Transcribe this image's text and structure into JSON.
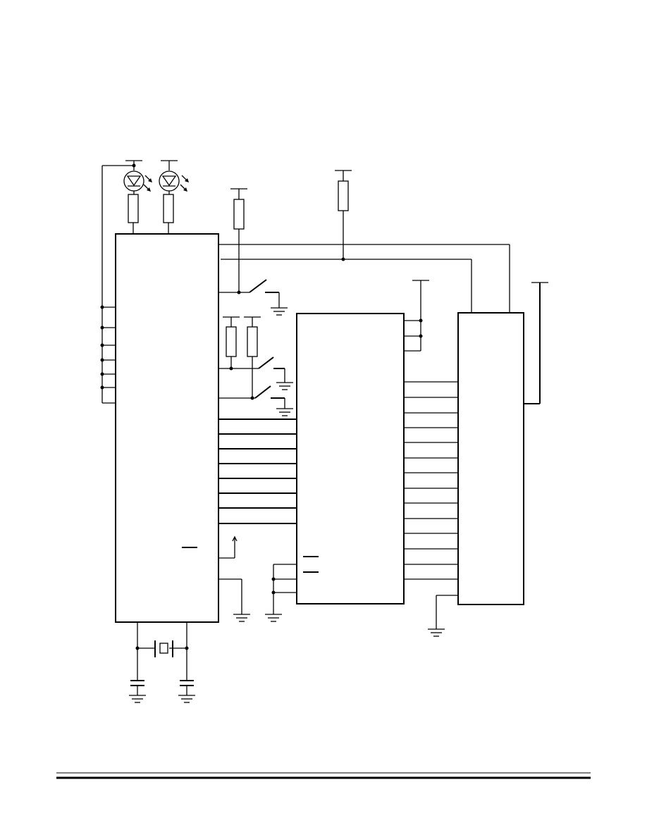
{
  "figure": {
    "type": "circuit schematic",
    "components": {
      "chips": [
        "microcontroller",
        "middle-ic",
        "right-ic"
      ],
      "leds": 2,
      "resistors": 6,
      "push_switches": 3,
      "crystal": 1,
      "capacitors": 2
    }
  },
  "footer": {}
}
